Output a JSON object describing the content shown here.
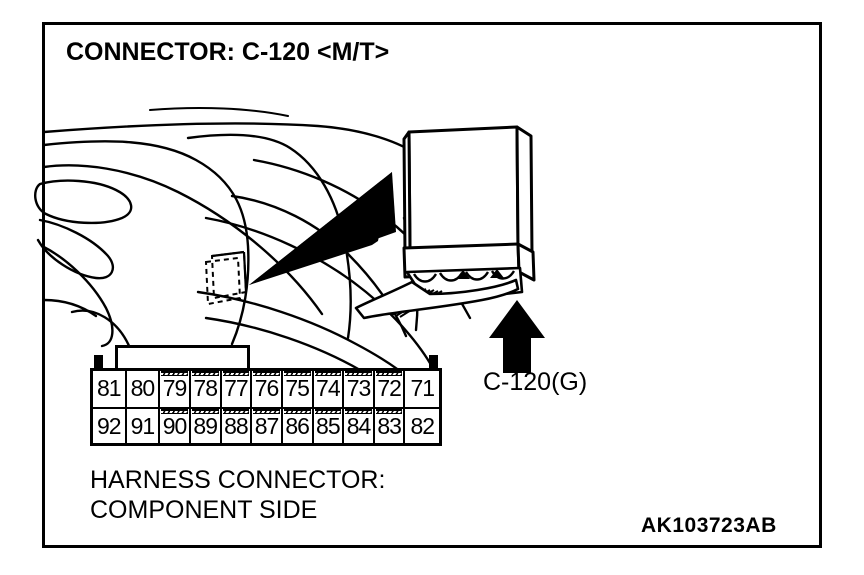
{
  "figure": {
    "title": "CONNECTOR: C-120 <M/T>",
    "reference_code": "AK103723AB",
    "background_color": "#ffffff",
    "line_color": "#000000"
  },
  "vehicle_illustration": {
    "name": "vehicle-front-line-art",
    "callout_box_label": "",
    "pointer_shape": "solid-black-wedge"
  },
  "connector_illustration": {
    "name": "connector-body-with-harness",
    "arrow": "up-arrow",
    "label": "C-120(G)"
  },
  "pin_table": {
    "caption_line1": "HARNESS CONNECTOR:",
    "caption_line2": "COMPONENT SIDE",
    "rows": [
      {
        "name": "top-row",
        "cells": [
          {
            "label": "81",
            "hatched": false,
            "wide": true
          },
          {
            "label": "80",
            "hatched": false,
            "wide": true
          },
          {
            "label": "79",
            "hatched": true,
            "wide": false
          },
          {
            "label": "78",
            "hatched": true,
            "wide": false
          },
          {
            "label": "77",
            "hatched": true,
            "wide": false
          },
          {
            "label": "76",
            "hatched": true,
            "wide": false
          },
          {
            "label": "75",
            "hatched": true,
            "wide": false
          },
          {
            "label": "74",
            "hatched": true,
            "wide": false
          },
          {
            "label": "73",
            "hatched": true,
            "wide": false
          },
          {
            "label": "72",
            "hatched": true,
            "wide": false
          },
          {
            "label": "71",
            "hatched": false,
            "wide": true
          }
        ]
      },
      {
        "name": "bottom-row",
        "cells": [
          {
            "label": "92",
            "hatched": false,
            "wide": true
          },
          {
            "label": "91",
            "hatched": false,
            "wide": true
          },
          {
            "label": "90",
            "hatched": true,
            "wide": false
          },
          {
            "label": "89",
            "hatched": true,
            "wide": false
          },
          {
            "label": "88",
            "hatched": true,
            "wide": false
          },
          {
            "label": "87",
            "hatched": true,
            "wide": false
          },
          {
            "label": "86",
            "hatched": true,
            "wide": false
          },
          {
            "label": "85",
            "hatched": true,
            "wide": false
          },
          {
            "label": "84",
            "hatched": true,
            "wide": false
          },
          {
            "label": "83",
            "hatched": true,
            "wide": false
          },
          {
            "label": "82",
            "hatched": false,
            "wide": true
          }
        ]
      }
    ]
  }
}
